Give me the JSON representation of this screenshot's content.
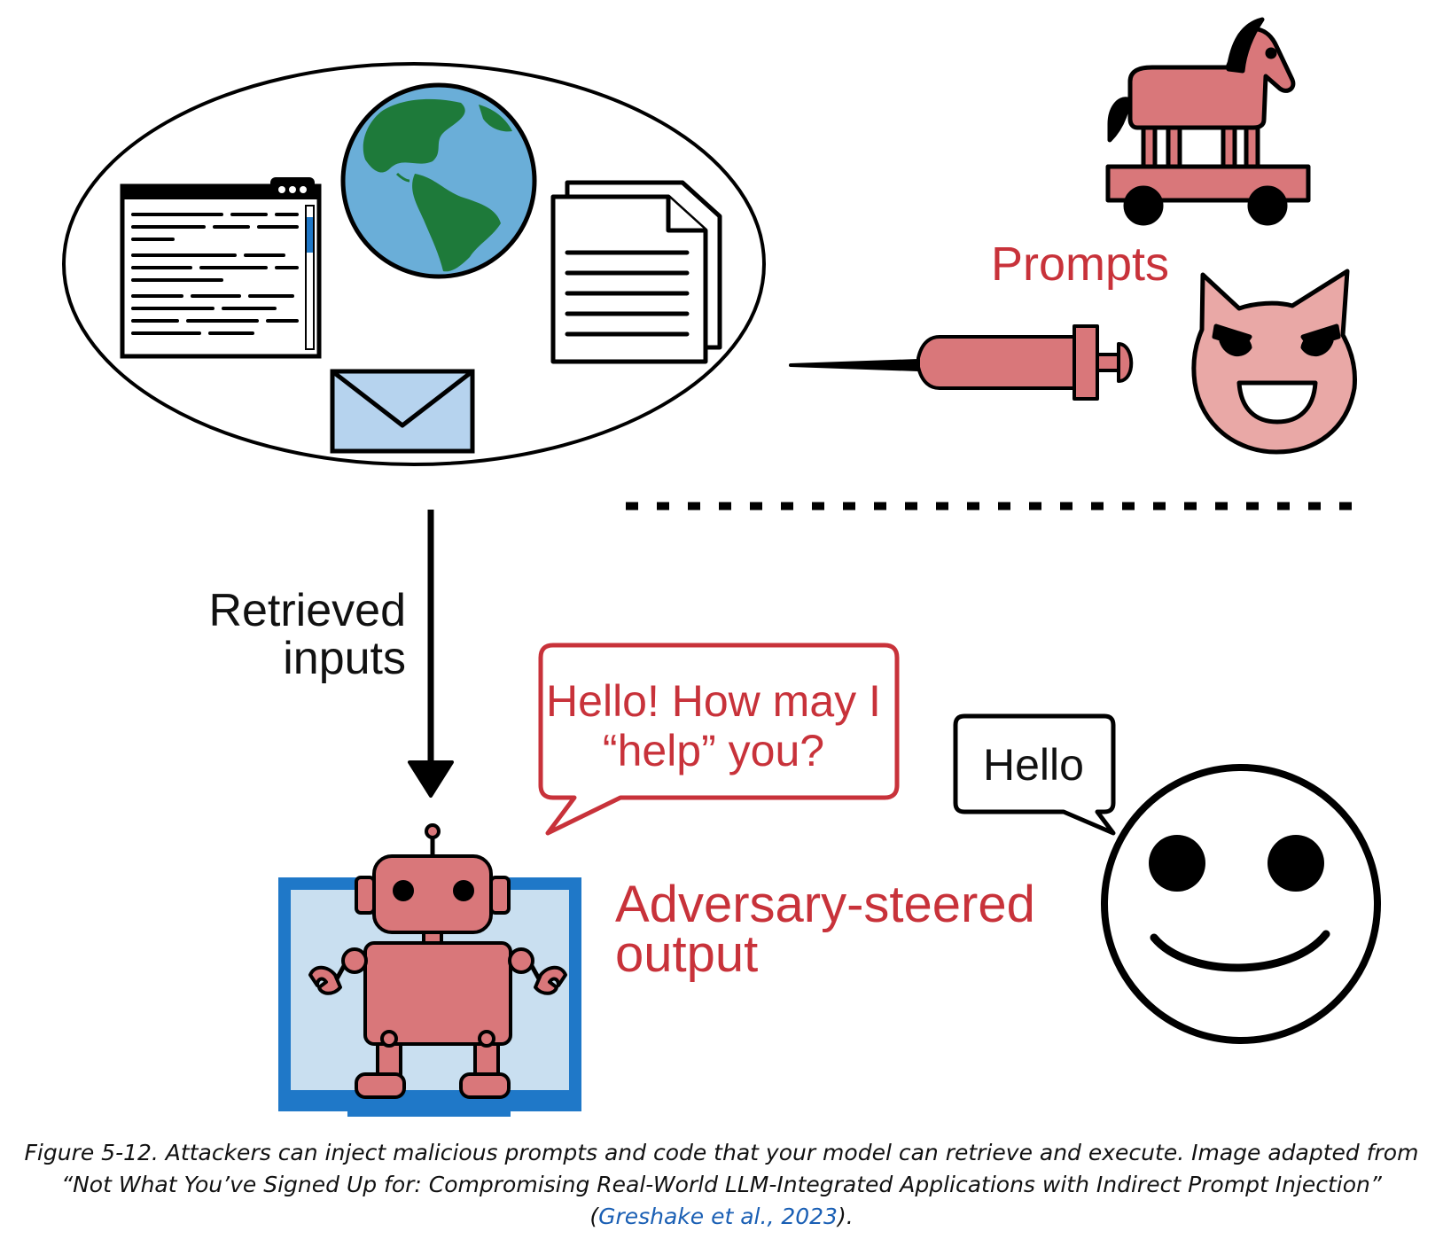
{
  "labels": {
    "prompts": "Prompts",
    "retrieved_line1": "Retrieved",
    "retrieved_line2": "inputs",
    "bubble_adversary_line1": "Hello! How may I",
    "bubble_adversary_line2": "“help” you?",
    "bubble_user": "Hello",
    "output_line1": "Adversary-steered",
    "output_line2": "output"
  },
  "caption": {
    "text_line1": "Figure 5-12. Attackers can inject malicious prompts and code that your model can retrieve and execute. Image adapted from",
    "text_line2": "“Not What You’ve Signed Up for: Compromising Real-World LLM-Integrated Applications with Indirect Prompt Injection”",
    "paren_open": "(",
    "link": "Greshake et al., 2023",
    "paren_close": ")."
  },
  "colors": {
    "accent_red": "#c8323a",
    "pink_fill": "#d9777a",
    "light_pink": "#e9a8a6",
    "ocean_blue": "#6aaed8",
    "land_green": "#1e7a3a",
    "monitor_blue": "#1f78c8",
    "monitor_screen": "#c9dff0",
    "envelope_fill": "#b6d3ee",
    "link_blue": "#1a5fb4"
  }
}
